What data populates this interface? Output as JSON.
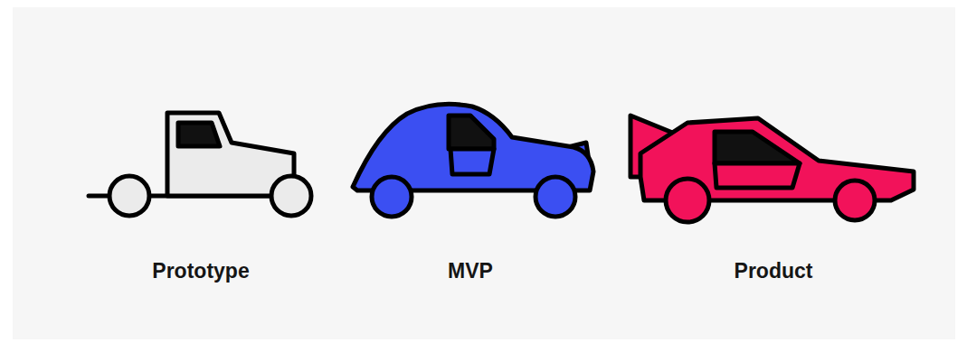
{
  "diagram": {
    "labels": [
      "Prototype",
      "MVP",
      "Product"
    ]
  }
}
